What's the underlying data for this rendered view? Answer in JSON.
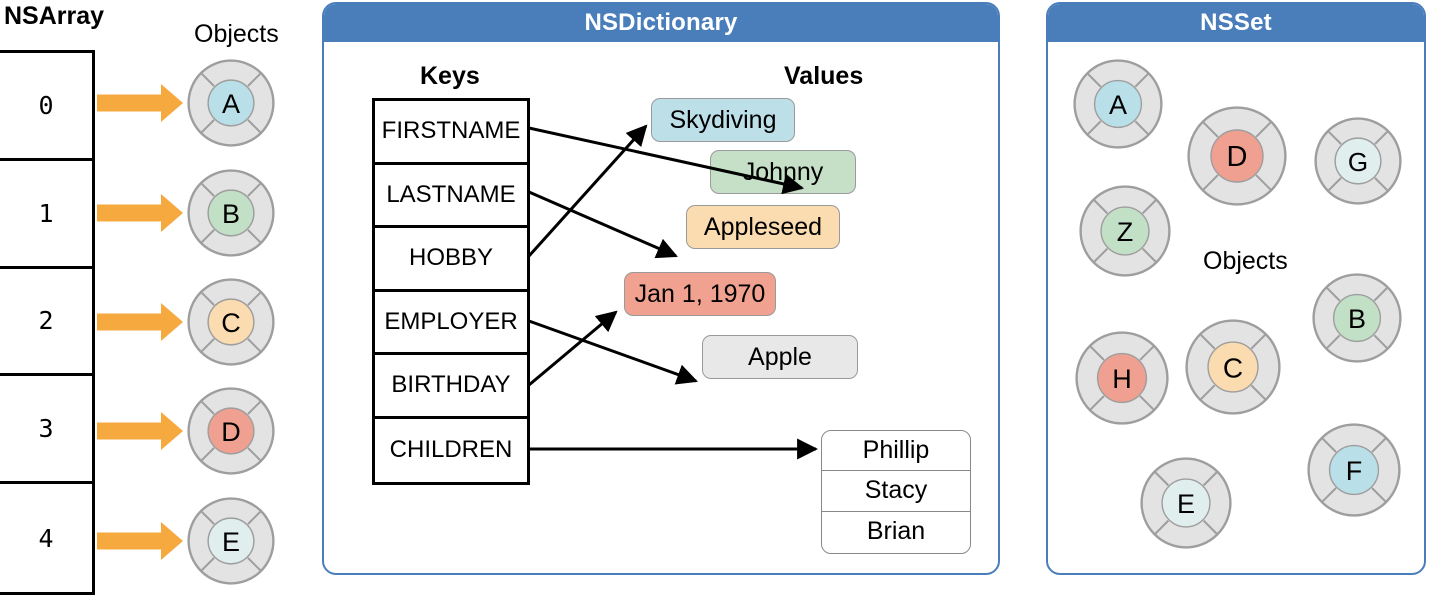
{
  "diagram": {
    "title_array": "NSArray",
    "objects_label": "Objects",
    "array": {
      "indices": [
        "0",
        "1",
        "2",
        "3",
        "4"
      ],
      "objects": [
        {
          "letter": "A",
          "color": "#b9dfe9"
        },
        {
          "letter": "B",
          "color": "#c2e0c6"
        },
        {
          "letter": "C",
          "color": "#fbdbb0"
        },
        {
          "letter": "D",
          "color": "#f0a090"
        },
        {
          "letter": "E",
          "color": "#e0eeee"
        }
      ],
      "arrow_color": "#f5a93f"
    },
    "dictionary": {
      "panel_title": "NSDictionary",
      "keys_header": "Keys",
      "values_header": "Values",
      "keys": [
        "FIRSTNAME",
        "LASTNAME",
        "HOBBY",
        "EMPLOYER",
        "BIRTHDAY",
        "CHILDREN"
      ],
      "values": [
        {
          "text": "Skydiving",
          "color": "#bddfe8"
        },
        {
          "text": "Johnny",
          "color": "#c5e0c6"
        },
        {
          "text": "Appleseed",
          "color": "#fbdbb0"
        },
        {
          "text": "Jan 1, 1970",
          "color": "#f0a190"
        },
        {
          "text": "Apple",
          "color": "#e8e8e8"
        }
      ],
      "children": [
        "Phillip",
        "Stacy",
        "Brian"
      ],
      "mapping": [
        {
          "key": "FIRSTNAME",
          "value": "Johnny"
        },
        {
          "key": "LASTNAME",
          "value": "Appleseed"
        },
        {
          "key": "HOBBY",
          "value": "Skydiving"
        },
        {
          "key": "EMPLOYER",
          "value": "Apple"
        },
        {
          "key": "BIRTHDAY",
          "value": "Jan 1, 1970"
        },
        {
          "key": "CHILDREN",
          "value": "Phillip / Stacy / Brian"
        }
      ]
    },
    "set": {
      "panel_title": "NSSet",
      "objects_label": "Objects",
      "objects": [
        {
          "letter": "A",
          "color": "#b9dfe9"
        },
        {
          "letter": "D",
          "color": "#f0a090"
        },
        {
          "letter": "G",
          "color": "#e0eeee"
        },
        {
          "letter": "Z",
          "color": "#c2e0c6"
        },
        {
          "letter": "B",
          "color": "#c2e0c6"
        },
        {
          "letter": "H",
          "color": "#f0a090"
        },
        {
          "letter": "C",
          "color": "#fbdbb0"
        },
        {
          "letter": "F",
          "color": "#b9dfe9"
        },
        {
          "letter": "E",
          "color": "#e0eeee"
        }
      ]
    },
    "colors": {
      "panel_border": "#4a7ebb",
      "panel_header": "#4a7ebb",
      "arrow_orange": "#f5a93f",
      "donut_outer": "#e3e3e3",
      "donut_stroke": "#9e9e9e",
      "line_black": "#000000"
    }
  }
}
